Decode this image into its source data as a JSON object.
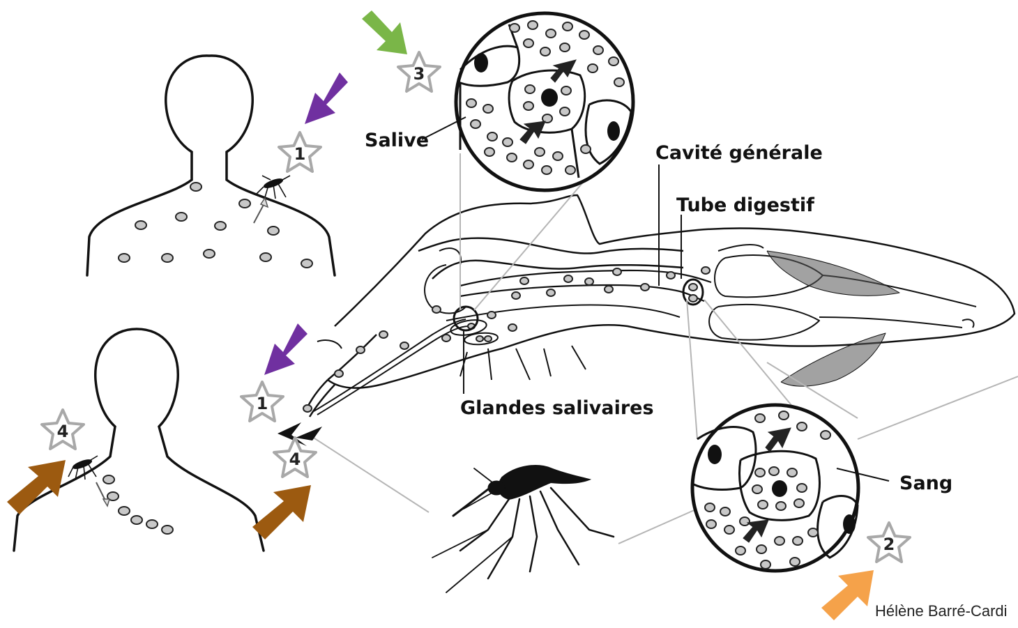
{
  "labels": {
    "salive": "Salive",
    "cavite": "Cavité générale",
    "tube": "Tube digestif",
    "glandes": "Glandes salivaires",
    "sang": "Sang"
  },
  "credit": "Hélène Barré-Cardi",
  "steps": {
    "s1a": "1",
    "s1b": "1",
    "s2": "2",
    "s3": "3",
    "s4a": "4",
    "s4b": "4"
  },
  "colors": {
    "purple": "#7030a0",
    "green": "#7ab648",
    "brown": "#9c5a10",
    "orange": "#f5a24a",
    "parasite_fill": "#c8c8c8",
    "star_stroke": "#a8a8a8"
  }
}
